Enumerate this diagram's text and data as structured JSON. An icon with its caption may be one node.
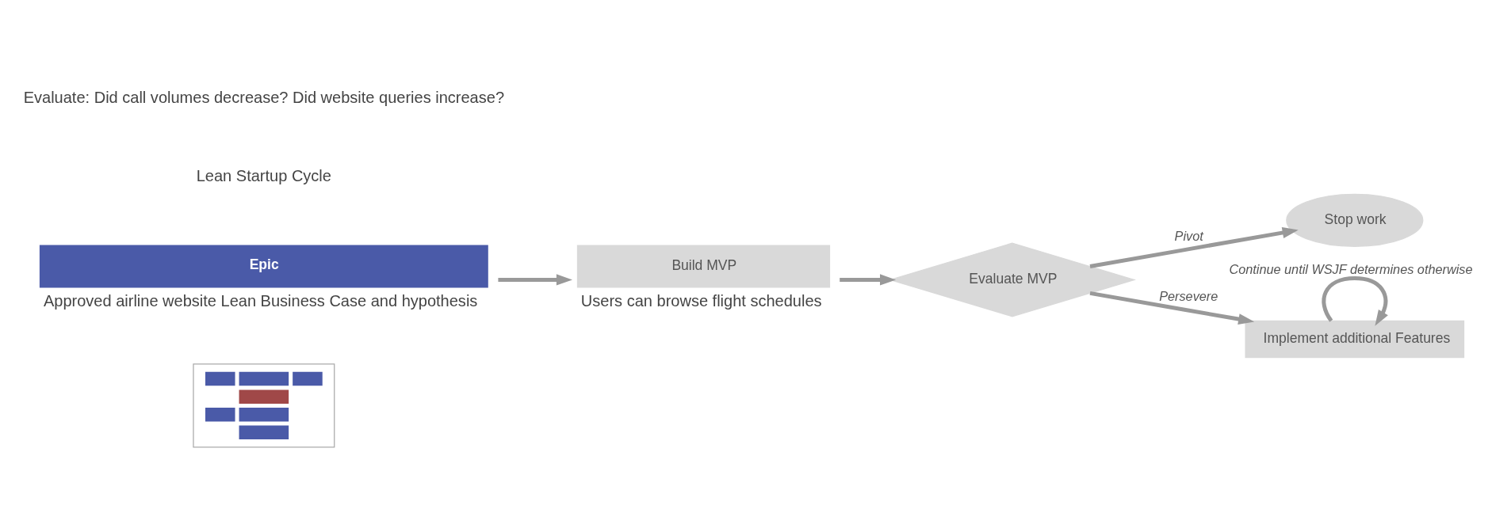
{
  "diagram": {
    "nodes": [
      {
        "text": [],
        "shape": "picture"
      },
      {
        "text": [
          "Epic"
        ],
        "beside": [
          "Approved airline website Lean Business Case and hypothesis"
        ]
      },
      {
        "text": [
          "Build MVP"
        ],
        "beside": [
          "Users can browse flight schedules"
        ]
      },
      {
        "text": [
          "Evaluate MVP"
        ]
      },
      {
        "text": [
          "Stop work"
        ]
      },
      {
        "text": [
          "Implement additional Features"
        ]
      }
    ],
    "edges": [
      {
        "from": 1,
        "to": 2,
        "arrow": "to"
      },
      {
        "from": 2,
        "to": 3,
        "arrow": "to"
      },
      {
        "from": 3,
        "to": 4,
        "arrow": "to",
        "label": "Pivot"
      },
      {
        "from": 3,
        "to": 5,
        "arrow": "to",
        "label": "Persevere"
      },
      {
        "from": 5,
        "to": 5,
        "arrow": "to",
        "label": "Continue until WSJF determines otherwise"
      }
    ],
    "labels": [
      "Lean Startup Cycle",
      "Evaluate: Did call volumes decrease? Did website queries increase?"
    ]
  }
}
